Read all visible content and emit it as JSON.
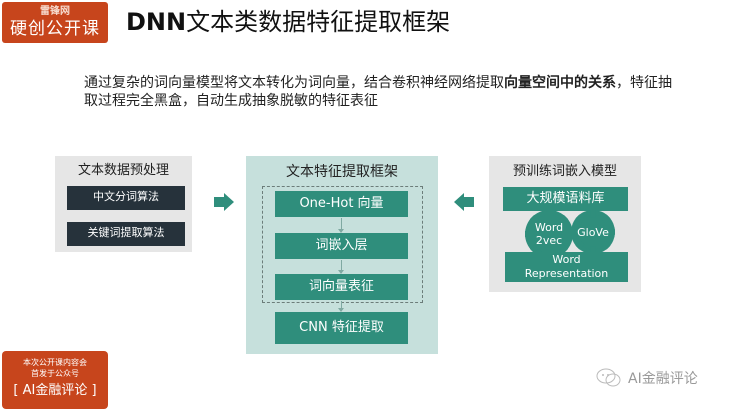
{
  "logo": {
    "line1": "雷锋网",
    "line2": "硬创公开课",
    "color": "#c7451c"
  },
  "title": {
    "bold": "DNN",
    "rest": "文本类数据特征提取框架"
  },
  "description": {
    "part1": "通过复杂的词向量模型将文本转化为词向量，结合卷积神经网络提取",
    "bold": "向量空间中的关系",
    "part2": "，特征抽取过程完全黑盒，自动生成抽象脱敏的特征表征"
  },
  "left_panel": {
    "title": "文本数据预处理",
    "items": [
      "中文分词算法",
      "关键词提取算法"
    ]
  },
  "center_panel": {
    "title": "文本特征提取框架",
    "steps": [
      "One-Hot 向量",
      "词嵌入层",
      "词向量表征"
    ],
    "final": "CNN 特征提取"
  },
  "right_panel": {
    "title": "预训练词嵌入模型",
    "corpus": "大规模语料库",
    "gears": [
      "Word 2vec",
      "GloVe"
    ],
    "gear1_line1": "Word",
    "gear1_line2": "2vec",
    "output_line1": "Word",
    "output_line2": "Representation"
  },
  "arrows": {
    "left": "arrow-right",
    "right": "arrow-left",
    "color": "#2f8e7c"
  },
  "promo": {
    "line1": "本次公开课内容会",
    "line2": "首发于公众号",
    "line3": "[ AI金融评论 ]"
  },
  "watermark": {
    "text": "AI金融评论",
    "icon": "wechat-icon"
  },
  "colors": {
    "teal": "#2f8e7c",
    "teal_light": "#c6e0dc",
    "gray_panel": "#e6e6e6",
    "dark_btn": "#26323b",
    "accent_orange": "#c7451c"
  }
}
